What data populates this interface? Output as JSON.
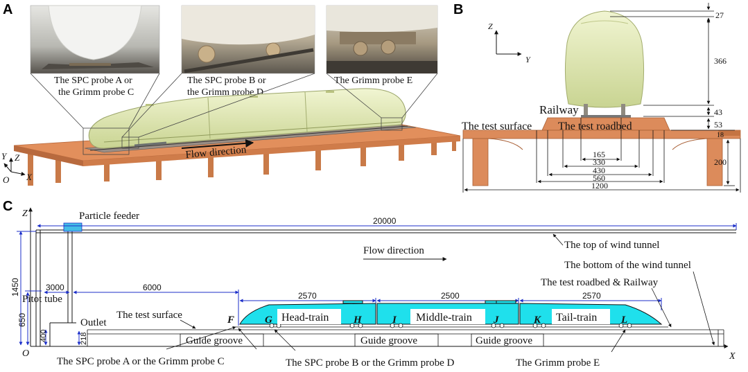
{
  "panel_labels": {
    "a": "A",
    "b": "B",
    "c": "C"
  },
  "panel_a": {
    "callouts": {
      "probe_ac_line1": "The SPC probe A  or",
      "probe_ac_line2": "the Grimm probe C",
      "probe_bd_line1": "The SPC probe B or",
      "probe_bd_line2": "the Grimm probe D",
      "probe_e": "The Grimm probe E"
    },
    "flow_direction": "Flow direction",
    "axes": {
      "y": "Y",
      "z": "Z",
      "o": "O",
      "x": "X"
    }
  },
  "panel_b": {
    "axes": {
      "z": "Z",
      "y": "Y"
    },
    "labels": {
      "railway": "Railway",
      "test_surface": "The test surface",
      "test_roadbed": "The test roadbed"
    },
    "dimensions": {
      "d27": "27",
      "d366": "366",
      "d43": "43",
      "d53": "53",
      "d18": "18",
      "d200": "200",
      "d165": "165",
      "d330": "330",
      "d430": "430",
      "d560": "560",
      "d1200": "1200"
    }
  },
  "panel_c": {
    "axes": {
      "z": "Z",
      "o": "O",
      "x": "X"
    },
    "labels": {
      "particle_feeder": "Particle feeder",
      "flow_direction": "Flow direction",
      "top_tunnel": "The top of wind tunnel",
      "bottom_tunnel": "The bottom of the wind tunnel",
      "roadbed_railway": "The test roadbed & Railway",
      "pitot": "Pitot tube",
      "outlet": "Outlet",
      "test_surface": "The test surface",
      "head_train": "Head-train",
      "middle_train": "Middle-train",
      "tail_train": "Tail-train",
      "guide_groove_1": "Guide groove",
      "guide_groove_2": "Guide groove",
      "guide_groove_3": "Guide groove",
      "probe_ac": "The SPC probe A  or the Grimm probe C",
      "probe_bd": "The SPC probe B  or the Grimm probe D",
      "probe_e": "The Grimm probe E"
    },
    "points": [
      "F",
      "G",
      "H",
      "I",
      "J",
      "K",
      "L"
    ],
    "dimensions": {
      "d20000": "20000",
      "d3000": "3000",
      "d6000": "6000",
      "d2570a": "2570",
      "d2500": "2500",
      "d2570b": "2570",
      "d1450": "1450",
      "d650": "650",
      "d400": "400",
      "d218": "218"
    }
  },
  "colors": {
    "train_green": "#e4ecb8",
    "roadbed_orange": "#d98a58",
    "train_cyan": "#1fe0ec",
    "dim_blue": "#1b2ec9"
  }
}
